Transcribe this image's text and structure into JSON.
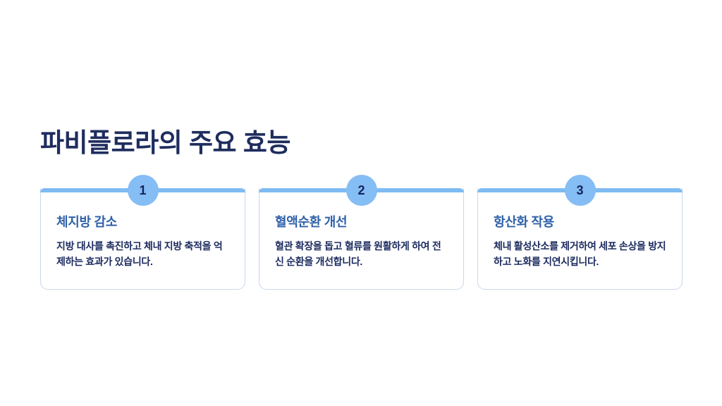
{
  "slide": {
    "title": "파비플로라의 주요 효능",
    "background_color": "#ffffff",
    "title_color": "#1f2d5e",
    "accent_color": "#7fbbf2",
    "badge_color": "#85bdf5",
    "badge_text_color": "#16255c",
    "heading_color": "#2f61a8",
    "body_color": "#1b2a5e",
    "card_border_color": "#c9d8ec"
  },
  "cards": [
    {
      "badge": "1",
      "heading": "체지방 감소",
      "text": "지방 대사를 촉진하고 체내 지방 축적을 억제하는 효과가 있습니다."
    },
    {
      "badge": "2",
      "heading": "혈액순환 개선",
      "text": "혈관 확장을 돕고 혈류를 원활하게 하여 전신 순환을 개선합니다."
    },
    {
      "badge": "3",
      "heading": "항산화 작용",
      "text": "체내 활성산소를 제거하여 세포 손상을 방지하고 노화를 지연시킵니다."
    }
  ]
}
